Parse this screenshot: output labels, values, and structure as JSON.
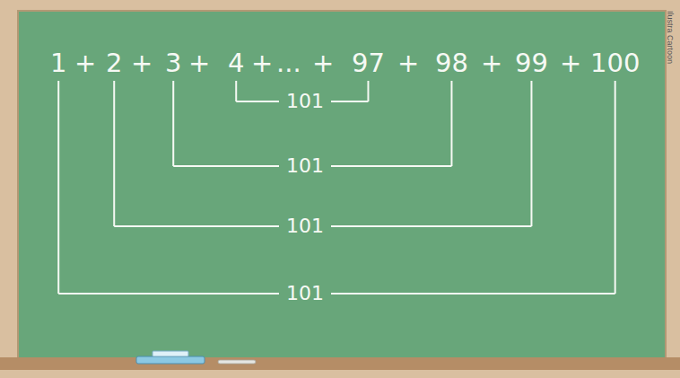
{
  "diagram": {
    "labels": [
      "1",
      "+",
      "2",
      "+",
      "3",
      "+",
      "4",
      "+",
      "...",
      "+",
      "97",
      "+",
      "98",
      "+",
      "99",
      "+",
      "100",
      "101",
      "101",
      "101",
      "101",
      "Ilustra Cartoon"
    ]
  }
}
